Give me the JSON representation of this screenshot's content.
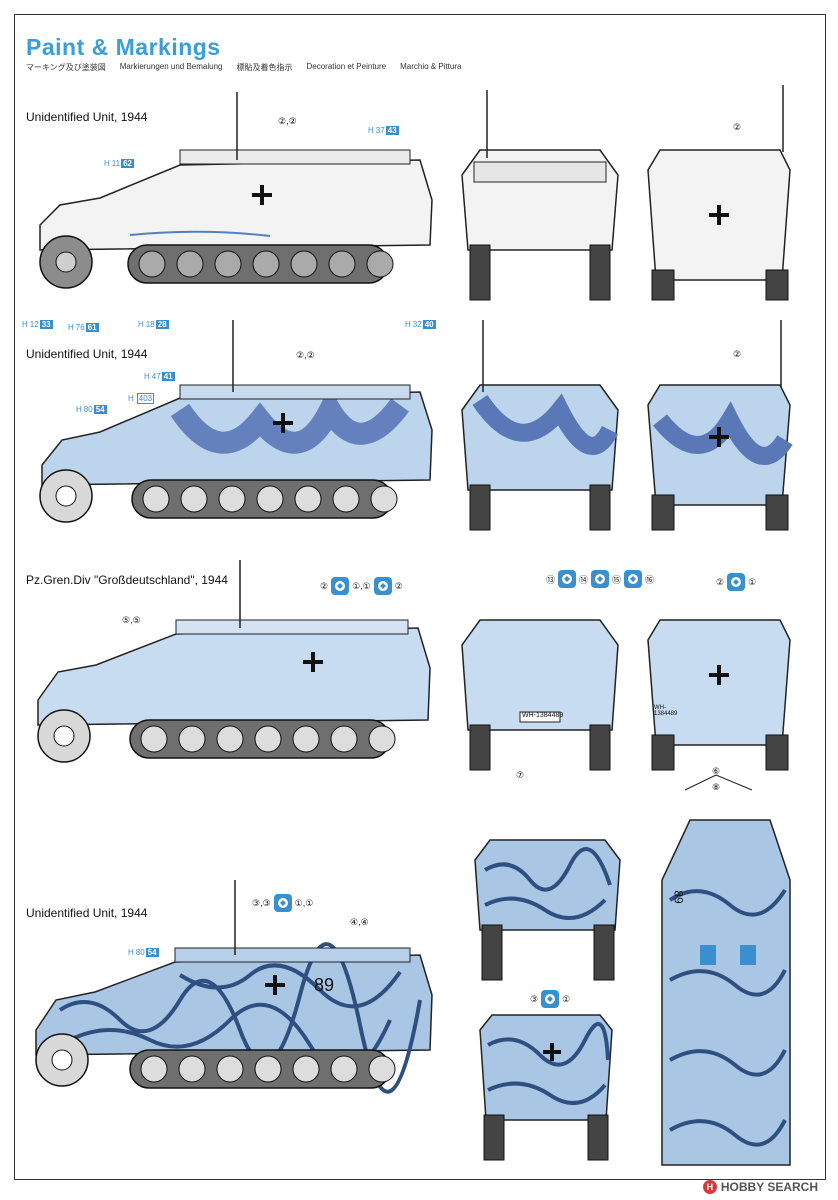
{
  "header": {
    "title": "Paint & Markings",
    "subtitles": [
      "マーキング及び塗装図",
      "Markierungen und Bemalung",
      "標貼及着色指示",
      "Decoration et Peinture",
      "Marchio & Pittura"
    ]
  },
  "sections": [
    {
      "unit_label": "Unidentified Unit, 1944",
      "markings": "②,②",
      "rear_marking": "②",
      "paint_codes": [
        {
          "h": "H",
          "num": "37",
          "box": "43"
        },
        {
          "h": "H",
          "num": "11",
          "box": "62"
        },
        {
          "h": "H",
          "num": "12",
          "box": "33"
        },
        {
          "h": "H",
          "num": "76",
          "box": "61"
        },
        {
          "h": "H",
          "num": "18",
          "box": "28"
        },
        {
          "h": "H",
          "num": "32",
          "box": "40"
        }
      ],
      "colors": {
        "base": "#f2f2f2",
        "accent": "#9fb8d8"
      }
    },
    {
      "unit_label": "Unidentified Unit, 1944",
      "markings": "②,②",
      "rear_marking": "②",
      "paint_codes": [
        {
          "h": "H",
          "num": "47",
          "box": "41"
        },
        {
          "h": "H",
          "num": "",
          "box": "403"
        },
        {
          "h": "H",
          "num": "80",
          "box": "54"
        }
      ],
      "colors": {
        "base": "#bcd4ec",
        "accent": "#5a78b8"
      }
    },
    {
      "unit_label": "Pz.Gren.Div \"Großdeutschland\", 1944",
      "side_markings": "⑤,⑤",
      "turret_marking": "②",
      "decal_1_text": "①,①",
      "decal_2_text": "②",
      "front_markings": [
        "⑬",
        "⑭",
        "⑮",
        "⑯"
      ],
      "rear_top_marking": "②",
      "rear_top_decal_text": "①",
      "plate_front": "WH-1384489",
      "plate_rear": "WH-1384489",
      "bottom_front_marking": "⑦",
      "bottom_rear_markings": [
        "⑥",
        "⑧"
      ],
      "colors": {
        "base": "#c7dcf0",
        "accent": "#7f9fc8"
      }
    },
    {
      "unit_label": "Unidentified Unit, 1944",
      "top_markings": "③,③",
      "decal_text": "①,①",
      "gun_markings": "④,④",
      "hull_number": "89",
      "paint_codes": [
        {
          "h": "H",
          "num": "80",
          "box": "54"
        }
      ],
      "rear_marking": "③",
      "rear_decal_text": "①",
      "top_view_number": "89",
      "colors": {
        "base": "#a9c6e4",
        "accent": "#2f4f80"
      }
    }
  ],
  "watermark": {
    "text": "HOBBY SEARCH",
    "icon": "hobby-search-logo-icon"
  }
}
